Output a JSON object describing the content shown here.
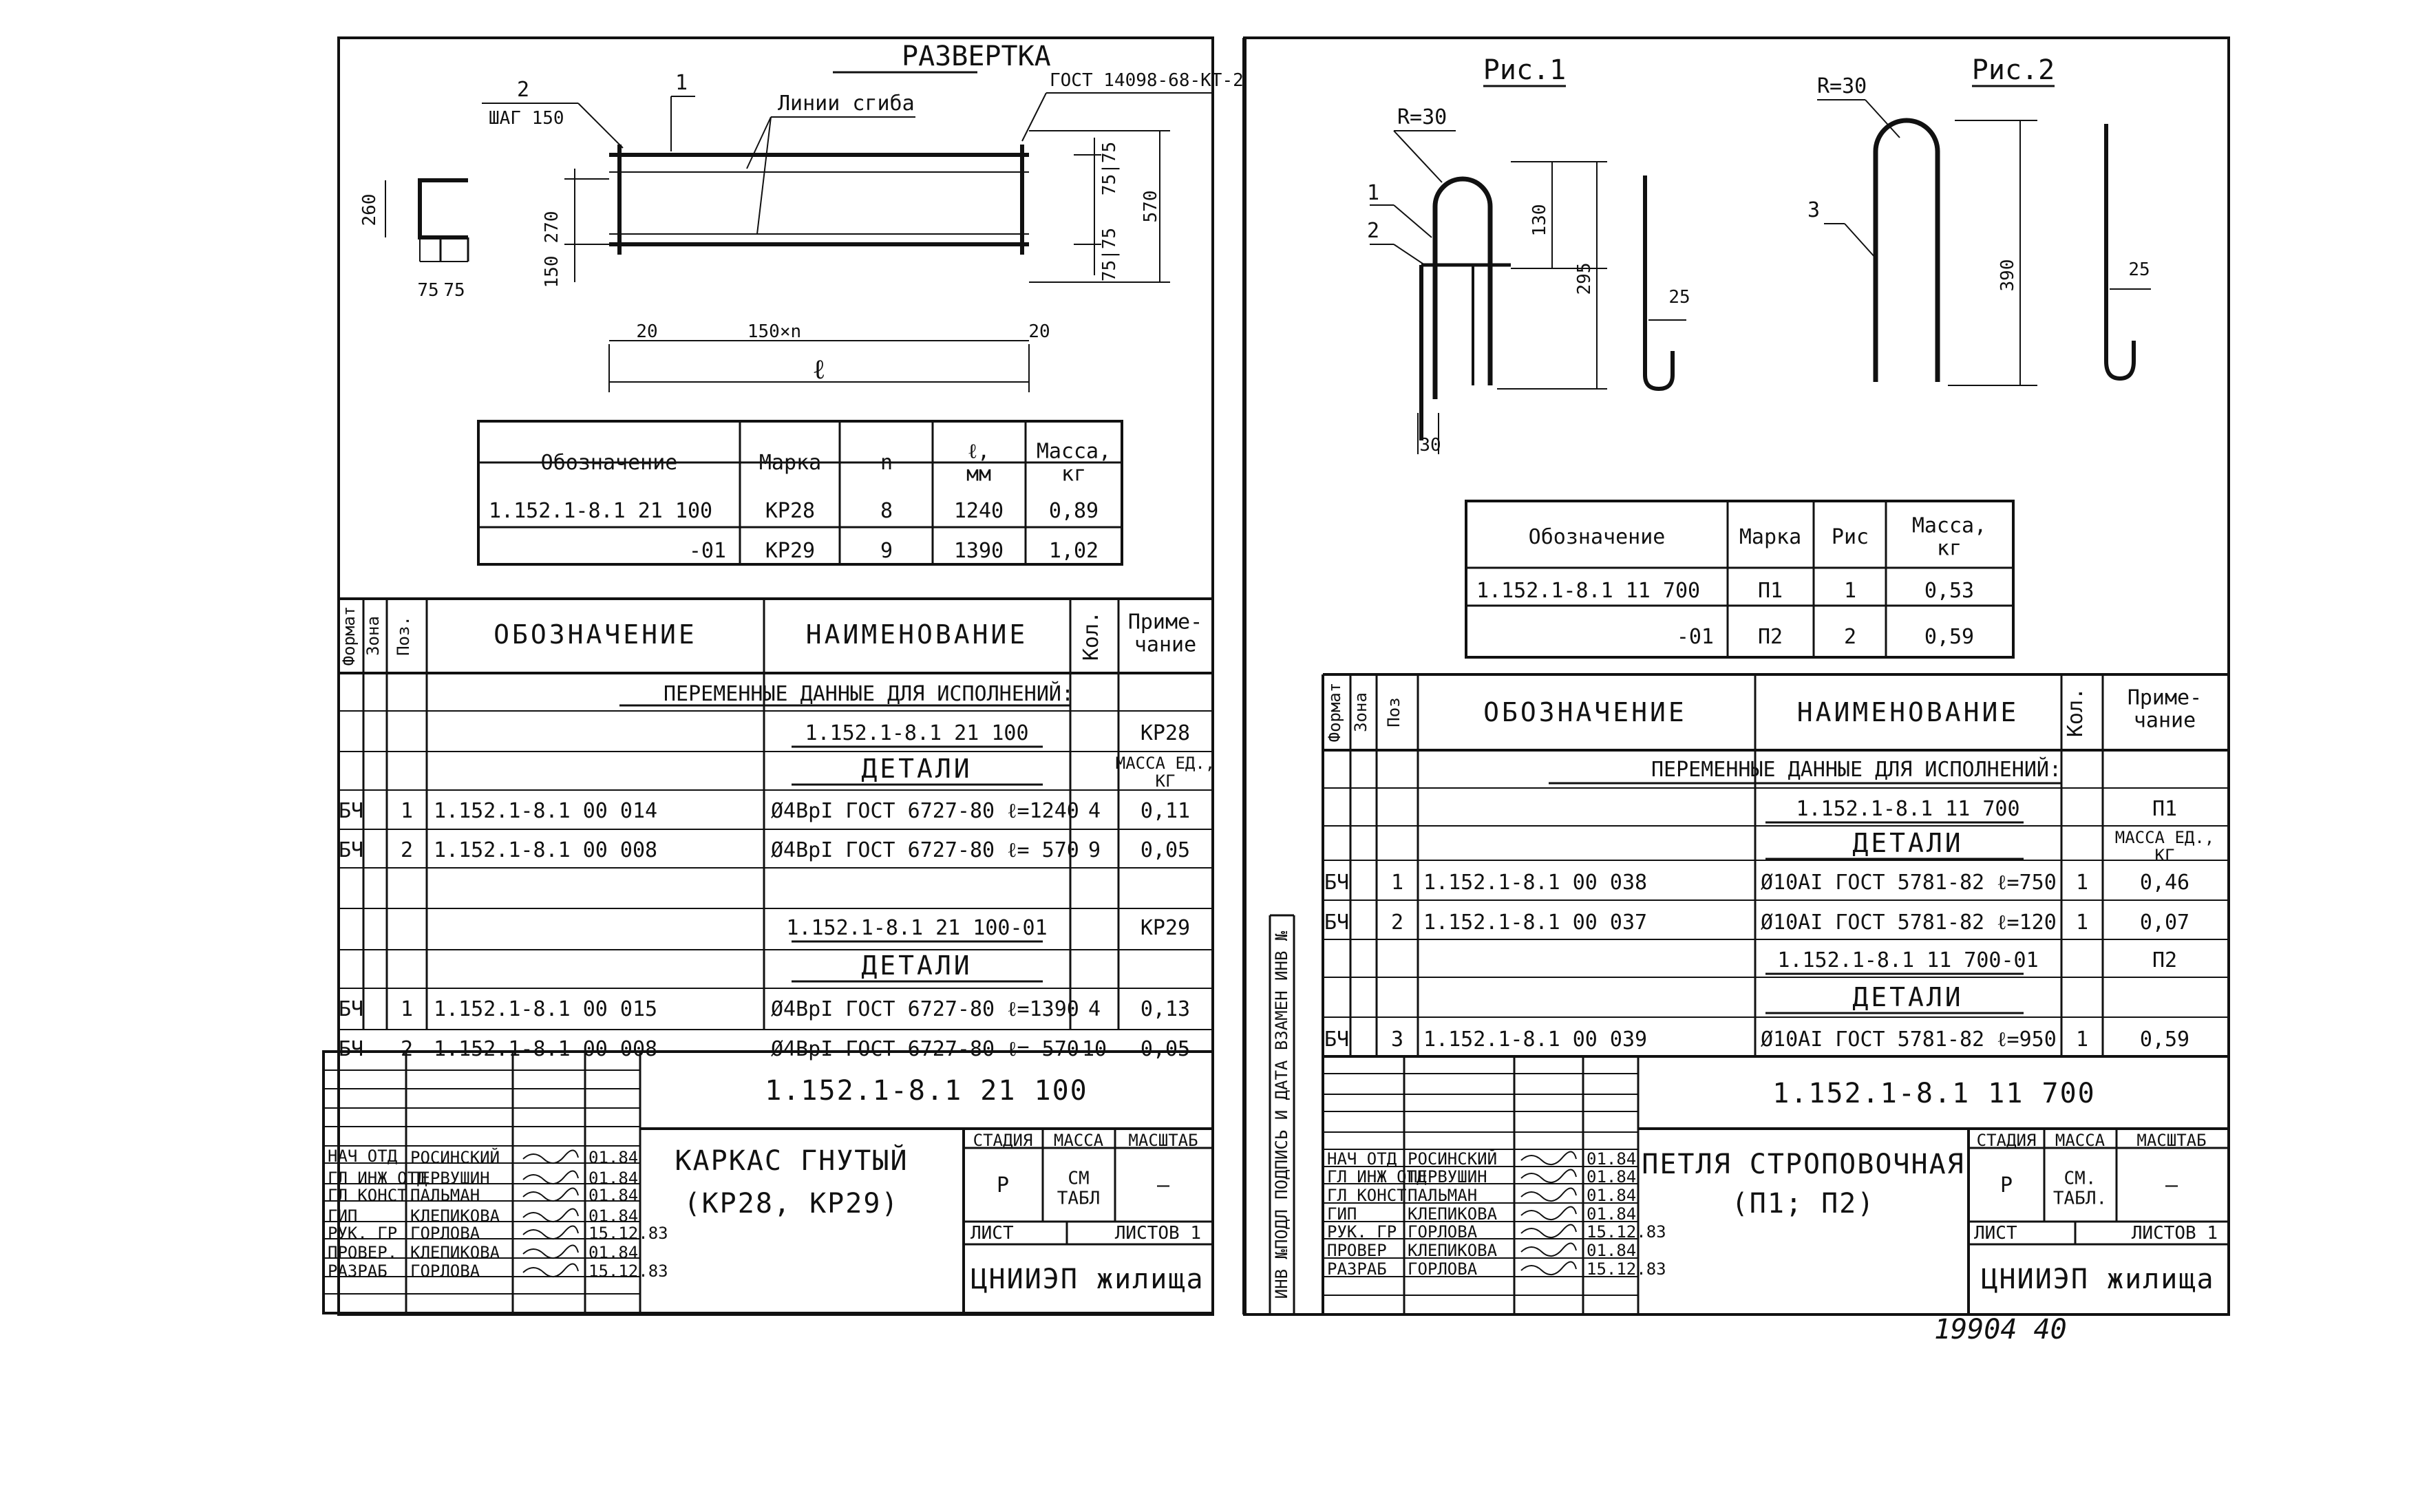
{
  "left": {
    "drawing": {
      "title": "РАЗВЕРТКА",
      "callout_1": "1",
      "callout_2": "2",
      "step_label": "ШАГ 150",
      "bend_lines_label": "Линии сгиба",
      "gost_label": "ГОСТ 14098-68-КТ-2",
      "dims": {
        "d260": "260",
        "d75a": "75",
        "d75b": "75",
        "d270": "270",
        "d150": "150",
        "d7575": "75|75",
        "d75_75": "75|75",
        "d570": "570",
        "d20a": "20",
        "d150n": "150×n",
        "d20b": "20",
        "dl": "ℓ"
      }
    },
    "mass_table": {
      "headers": [
        "Обозначение",
        "Марка",
        "n",
        "ℓ,\nмм",
        "Масса,\nкг"
      ],
      "rows": [
        [
          "1.152.1-8.1 21 100",
          "КР28",
          "8",
          "1240",
          "0,89"
        ],
        [
          "-01",
          "КР29",
          "9",
          "1390",
          "1,02"
        ]
      ]
    },
    "spec": {
      "side_headers": [
        "Формат",
        "Зона",
        "Поз."
      ],
      "headers": [
        "ОБОЗНАЧЕНИЕ",
        "НАИМЕНОВАНИЕ",
        "Кол.",
        "Приме-\nчание"
      ],
      "variable_label": "ПЕРЕМЕННЫЕ ДАННЫЕ ДЛЯ ИСПОЛНЕНИЙ:",
      "rows": [
        {
          "fmt": "",
          "pos": "",
          "code": "",
          "name": "1.152.1-8.1 21 100",
          "qty": "",
          "note": "КР28",
          "underline": true
        },
        {
          "fmt": "",
          "pos": "",
          "code": "",
          "name": "ДЕТАЛИ",
          "qty": "",
          "note": "МАССА ЕД.,\nКГ",
          "underline": true
        },
        {
          "fmt": "БЧ",
          "pos": "1",
          "code": "1.152.1-8.1 00 014",
          "name": "Ø4ВрI ГОСТ 6727-80 ℓ=1240",
          "qty": "4",
          "note": "0,11"
        },
        {
          "fmt": "БЧ",
          "pos": "2",
          "code": "1.152.1-8.1 00 008",
          "name": "Ø4ВрI ГОСТ 6727-80 ℓ= 570",
          "qty": "9",
          "note": "0,05"
        },
        {
          "fmt": "",
          "pos": "",
          "code": "",
          "name": "",
          "qty": "",
          "note": ""
        },
        {
          "fmt": "",
          "pos": "",
          "code": "",
          "name": "1.152.1-8.1 21 100-01",
          "qty": "",
          "note": "КР29",
          "underline": true
        },
        {
          "fmt": "",
          "pos": "",
          "code": "",
          "name": "ДЕТАЛИ",
          "qty": "",
          "note": "",
          "underline": true
        },
        {
          "fmt": "БЧ",
          "pos": "1",
          "code": "1.152.1-8.1 00 015",
          "name": "Ø4ВрI ГОСТ 6727-80 ℓ=1390",
          "qty": "4",
          "note": "0,13"
        },
        {
          "fmt": "БЧ",
          "pos": "2",
          "code": "1.152.1-8.1 00 008",
          "name": "Ø4ВрI ГОСТ 6727-80 ℓ= 570",
          "qty": "10",
          "note": "0,05"
        }
      ]
    },
    "title_block": {
      "doc_code": "1.152.1-8.1 21 100",
      "name_line1": "КАРКАС ГНУТЫЙ",
      "name_line2": "(КР28, КР29)",
      "stage_h": "СТАДИЯ",
      "mass_h": "МАССА",
      "scale_h": "МАСШТАБ",
      "stage": "Р",
      "mass": "СМ\nТАБЛ",
      "scale": "—",
      "sheet": "ЛИСТ",
      "sheets": "ЛИСТОВ 1",
      "org": "ЦНИИЭП жилища",
      "people": [
        [
          "НАЧ ОТД",
          "РОСИНСКИЙ",
          "01.84"
        ],
        [
          "ГЛ ИНЖ ОТД",
          "ПЕРВУШИН",
          "01.84"
        ],
        [
          "ГЛ КОНСТ.",
          "ПАЛЬМАН",
          "01.84"
        ],
        [
          "ГИП",
          "КЛЕПИКОВА",
          "01.84"
        ],
        [
          "РУК. ГР",
          "ГОРЛОВА",
          "15.12.83"
        ],
        [
          "ПРОВЕР.",
          "КЛЕПИКОВА",
          "01.84"
        ],
        [
          "РАЗРАБ",
          "ГОРЛОВА",
          "15.12.83"
        ]
      ]
    }
  },
  "strip_label": "ИНВ №ПОДЛ  ПОДПИСЬ И ДАТА  ВЗАМЕН ИНВ №",
  "right": {
    "fig1": "Рис.1",
    "fig2": "Рис.2",
    "dims": {
      "r30a": "R=30",
      "r30b": "R=30",
      "c1": "1",
      "c2": "2",
      "c3": "3",
      "d130": "130",
      "d295": "295",
      "d25a": "25",
      "d30": "30",
      "d390": "390",
      "d25b": "25"
    },
    "mass_table": {
      "headers": [
        "Обозначение",
        "Марка",
        "Рис",
        "Масса,\nкг"
      ],
      "rows": [
        [
          "1.152.1-8.1 11 700",
          "П1",
          "1",
          "0,53"
        ],
        [
          "-01",
          "П2",
          "2",
          "0,59"
        ]
      ]
    },
    "spec": {
      "side_headers": [
        "Формат",
        "Зона",
        "Поз"
      ],
      "headers": [
        "ОБОЗНАЧЕНИЕ",
        "НАИМЕНОВАНИЕ",
        "Кол.",
        "Приме-\nчание"
      ],
      "variable_label": "ПЕРЕМЕННЫЕ ДАННЫЕ ДЛЯ ИСПОЛНЕНИЙ:",
      "rows": [
        {
          "fmt": "",
          "pos": "",
          "code": "",
          "name": "",
          "qty": "",
          "note": ""
        },
        {
          "fmt": "",
          "pos": "",
          "code": "",
          "name": "1.152.1-8.1 11 700",
          "qty": "",
          "note": "П1",
          "underline": true
        },
        {
          "fmt": "",
          "pos": "",
          "code": "",
          "name": "ДЕТАЛИ",
          "qty": "",
          "note": "МАССА ЕД.,\nКГ",
          "underline": true
        },
        {
          "fmt": "БЧ",
          "pos": "1",
          "code": "1.152.1-8.1 00 038",
          "name": "Ø10AI ГОСТ 5781-82 ℓ=750",
          "qty": "1",
          "note": "0,46"
        },
        {
          "fmt": "БЧ",
          "pos": "2",
          "code": "1.152.1-8.1 00 037",
          "name": "Ø10AI ГОСТ 5781-82 ℓ=120",
          "qty": "1",
          "note": "0,07"
        },
        {
          "fmt": "",
          "pos": "",
          "code": "",
          "name": "1.152.1-8.1 11 700-01",
          "qty": "",
          "note": "П2",
          "underline": true
        },
        {
          "fmt": "",
          "pos": "",
          "code": "",
          "name": "ДЕТАЛИ",
          "qty": "",
          "note": "",
          "underline": true
        },
        {
          "fmt": "БЧ",
          "pos": "3",
          "code": "1.152.1-8.1 00 039",
          "name": "Ø10AI ГОСТ 5781-82 ℓ=950",
          "qty": "1",
          "note": "0,59"
        }
      ]
    },
    "title_block": {
      "doc_code": "1.152.1-8.1 11 700",
      "name_line1": "ПЕТЛЯ СТРОПОВОЧНАЯ",
      "name_line2": "(П1; П2)",
      "stage_h": "СТАДИЯ",
      "mass_h": "МАССА",
      "scale_h": "МАСШТАБ",
      "stage": "Р",
      "mass": "СМ.\nТАБЛ.",
      "scale": "—",
      "sheet": "ЛИСТ",
      "sheets": "ЛИСТОВ 1",
      "org": "ЦНИИЭП жилища",
      "people": [
        [
          "НАЧ ОТД",
          "РОСИНСКИЙ",
          "01.84"
        ],
        [
          "ГЛ ИНЖ ОТД",
          "ПЕРВУШИН",
          "01.84"
        ],
        [
          "ГЛ КОНСТ",
          "ПАЛЬМАН",
          "01.84"
        ],
        [
          "ГИП",
          "КЛЕПИКОВА",
          "01.84"
        ],
        [
          "РУК. ГР",
          "ГОРЛОВА",
          "15.12.83"
        ],
        [
          "ПРОВЕР",
          "КЛЕПИКОВА",
          "01.84"
        ],
        [
          "РАЗРАБ",
          "ГОРЛОВА",
          "15.12.83"
        ]
      ]
    }
  },
  "handwritten_number": "19904  40"
}
